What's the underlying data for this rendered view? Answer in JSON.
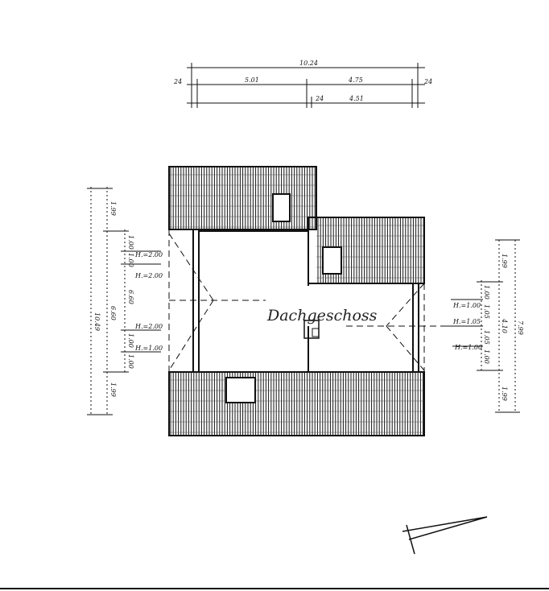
{
  "title": "Dachgeschoss",
  "top_dimensions": {
    "overall": "10.24",
    "wall_left": "24",
    "segment_left": "5.01",
    "segment_right": "4.75",
    "wall_right": "24",
    "wall_mid": "24",
    "segment_lower_right": "4.51"
  },
  "left_dimensions": {
    "overall": "10.49",
    "inner": "6.60",
    "inner_small": "6.60",
    "top": "1.99",
    "bottom": "1.99",
    "small": [
      "1.00",
      "1.00",
      "1.00",
      "1.00"
    ],
    "heights": [
      "H.=2.00",
      "H.=2.00",
      "H.=2.00",
      "H.=1.00"
    ]
  },
  "right_dimensions": {
    "overall": "7.99",
    "inner": "4.10",
    "top": "1.99",
    "bottom": "1.99",
    "small": [
      "1.00",
      "1.05",
      "1.05",
      "1.00"
    ],
    "heights": [
      "H.=1.00",
      "H.=1.05",
      "H.=1.00"
    ]
  }
}
